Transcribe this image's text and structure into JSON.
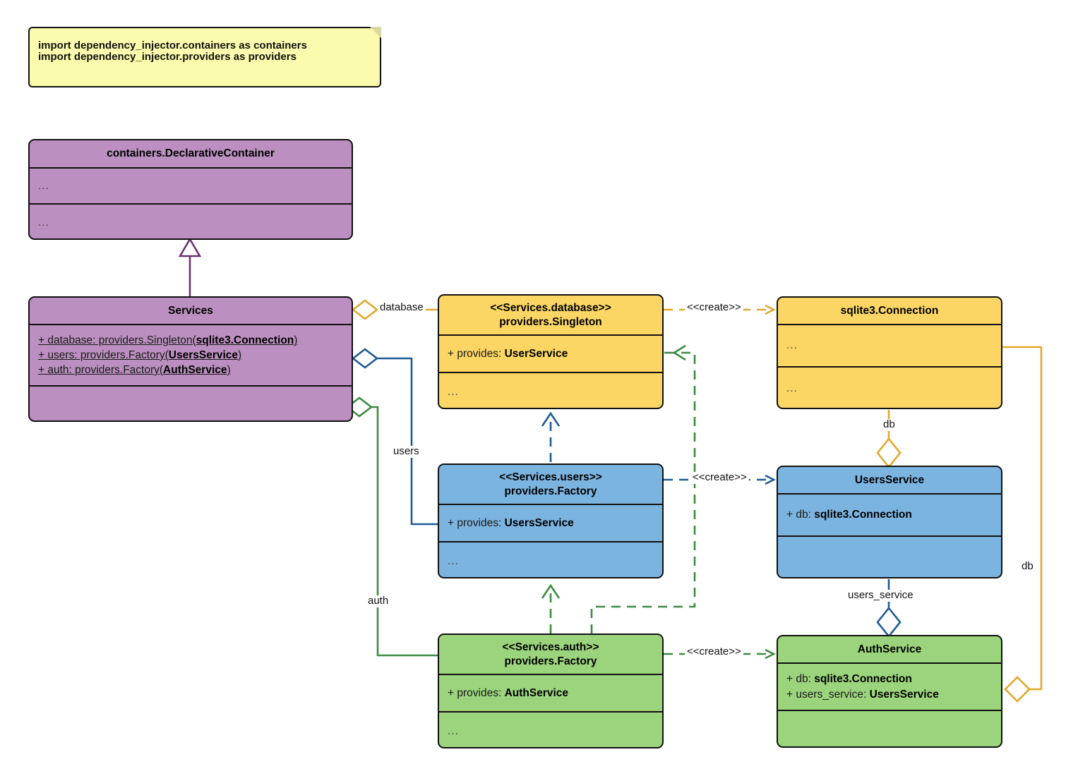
{
  "diagram": {
    "title": "Dependency Injector containers / providers UML class diagram",
    "type": "uml-class-diagram",
    "colors": {
      "purple": "#bb8fbf",
      "yellow": "#fbd664",
      "blue": "#7cb4e0",
      "green": "#9bd47c",
      "note": "#fbfbad",
      "purple_line": "#6b3470",
      "yellow_line": "#e0a92c",
      "blue_line": "#1f5b96",
      "green_line": "#3c8a42",
      "border": "#111111"
    }
  },
  "note": {
    "line1": "import dependency_injector.containers as containers",
    "line2": "import dependency_injector.providers as providers"
  },
  "classes": {
    "declarative_container": {
      "title": "containers.DeclarativeContainer",
      "attributes": "...",
      "methods": "..."
    },
    "services": {
      "title": "Services",
      "attr1_prefix": "+ database: providers.Singleton(",
      "attr1_type": "sqlite3.Connection",
      "attr1_suffix": ")",
      "attr2_prefix": "+ users: providers.Factory(",
      "attr2_type": "UsersService",
      "attr2_suffix": ")",
      "attr3_prefix": "+ auth: providers.Factory(",
      "attr3_type": "AuthService",
      "attr3_suffix": ")",
      "methods": ""
    },
    "services_database": {
      "stereotype": "<<Services.database>>",
      "title": "providers.Singleton",
      "attr_prefix": "+ provides: ",
      "attr_type": "UserService",
      "methods": "..."
    },
    "sqlite3_connection": {
      "title": "sqlite3.Connection",
      "attributes": "...",
      "methods": "..."
    },
    "services_users": {
      "stereotype": "<<Services.users>>",
      "title": "providers.Factory",
      "attr_prefix": "+ provides: ",
      "attr_type": "UsersService",
      "methods": "..."
    },
    "users_service": {
      "title": "UsersService",
      "attr_prefix": "+ db: ",
      "attr_type": "sqlite3.Connection",
      "methods": ""
    },
    "services_auth": {
      "stereotype": "<<Services.auth>>",
      "title": "providers.Factory",
      "attr_prefix": "+ provides: ",
      "attr_type": "AuthService",
      "methods": "..."
    },
    "auth_service": {
      "title": "AuthService",
      "attr1_prefix": "+ db: ",
      "attr1_type": "sqlite3.Connection",
      "attr2_prefix": "+ users_service: ",
      "attr2_type": "UsersService",
      "methods": ""
    }
  },
  "edges": {
    "database_label": "database",
    "users_label": "users",
    "auth_label": "auth",
    "create_database": "<<create>>",
    "create_users": "<<create>>",
    "create_auth": "<<create>>",
    "db_users_label": "db",
    "db_auth_label": "db",
    "users_service_label": "users_service"
  }
}
